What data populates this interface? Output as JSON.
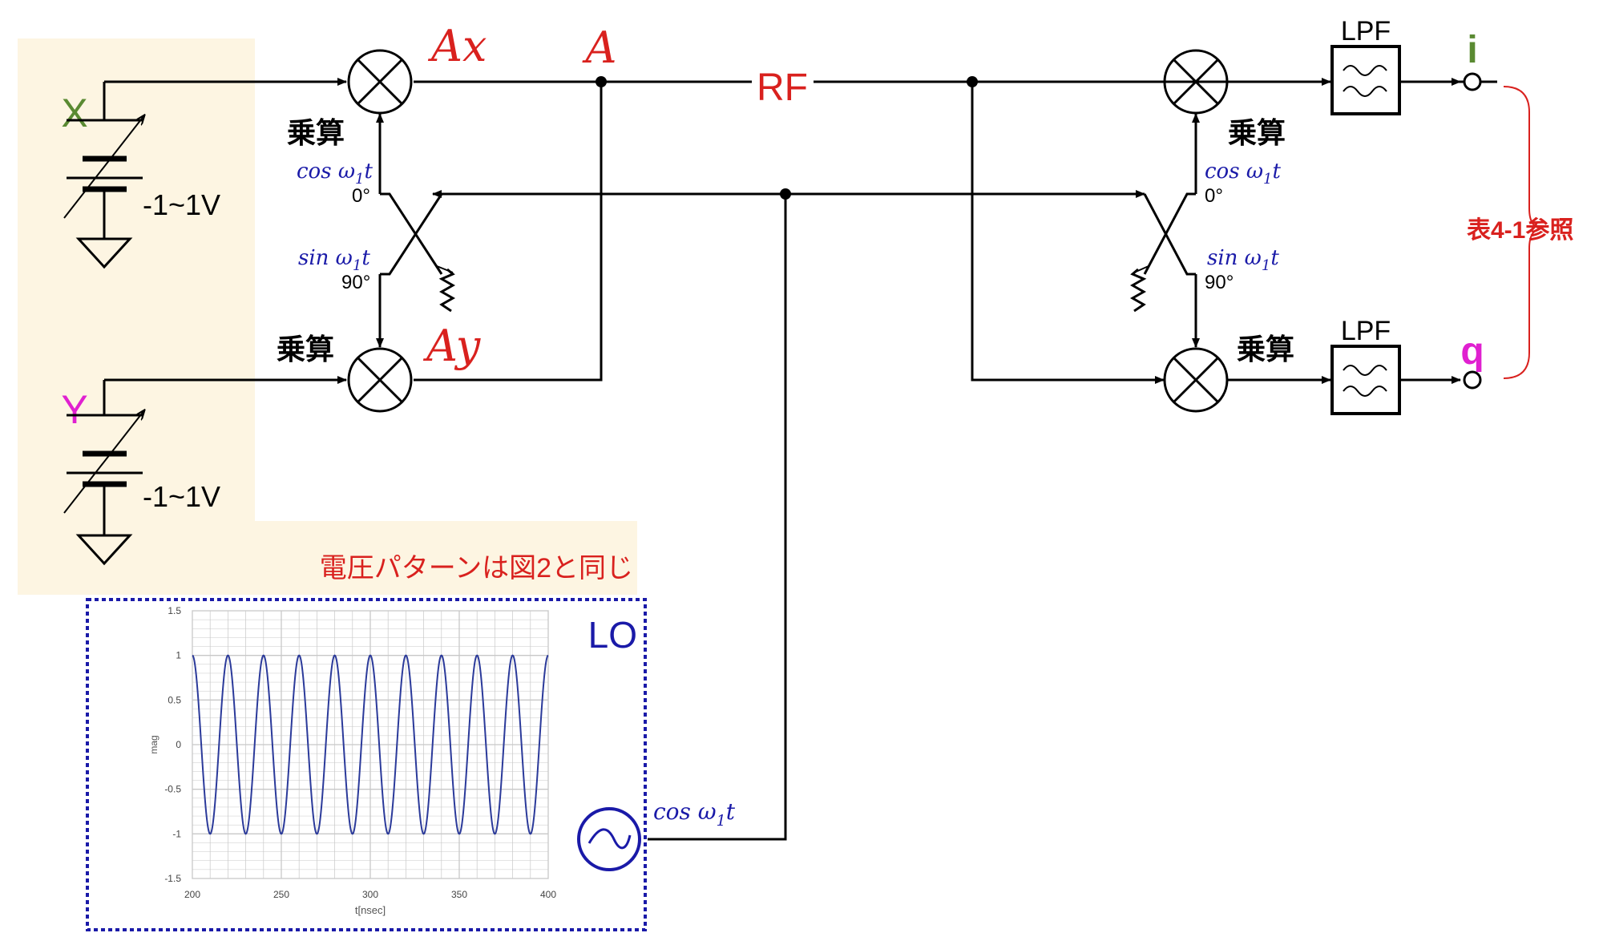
{
  "colors": {
    "red": "#d9211e",
    "green": "#5a8a32",
    "magenta": "#e020d0",
    "blue": "#1a1aa8",
    "panel": "#fdf5e2",
    "lo_border": "#1a1aa8",
    "curve": "#2b3a9a",
    "chart_grid": "#c8c8c8"
  },
  "inputs": {
    "x_label": "X",
    "y_label": "Y",
    "x_range": "-1~1V",
    "y_range": "-1~1V"
  },
  "signals": {
    "ax": "Ax",
    "ay": "Ay",
    "a": "A",
    "rf": "RF"
  },
  "multiply_label": "乗算",
  "phase": {
    "cos_label": "cos ω",
    "sin_label": "sin ω",
    "subscript": "1",
    "t": "t",
    "deg0": "0°",
    "deg90": "90°"
  },
  "lpf_label": "LPF",
  "outputs": {
    "i": "i",
    "q": "q"
  },
  "table_ref": "表4-1参照",
  "pattern_note": "電圧パターンは図2と同じ",
  "lo": {
    "label": "LO",
    "osc_cos": "cos ω",
    "osc_sub": "1",
    "osc_t": "t"
  },
  "icons": {
    "mixer": "mixer-icon",
    "battery": "variable-battery-icon",
    "ground": "ground-icon",
    "hybrid": "quadrature-hybrid-icon",
    "termination": "resistor-icon",
    "filter": "lowpass-filter-icon",
    "oscillator": "sine-source-icon"
  },
  "chart_data": {
    "type": "line",
    "title": "",
    "xlabel": "t[nsec]",
    "ylabel": "mag",
    "xlim": [
      200,
      400
    ],
    "ylim": [
      -1.5,
      1.5
    ],
    "x_ticks": [
      "200",
      "250",
      "300",
      "350",
      "400"
    ],
    "y_ticks": [
      "1.5",
      "1",
      "0.5",
      "0",
      "-0.5",
      "-1",
      "-1.5"
    ],
    "grid": true,
    "series": [
      {
        "function": "cos",
        "amplitude": 1,
        "period": 20,
        "phase_origin": 200,
        "x_start": 200,
        "x_end": 400
      }
    ]
  }
}
